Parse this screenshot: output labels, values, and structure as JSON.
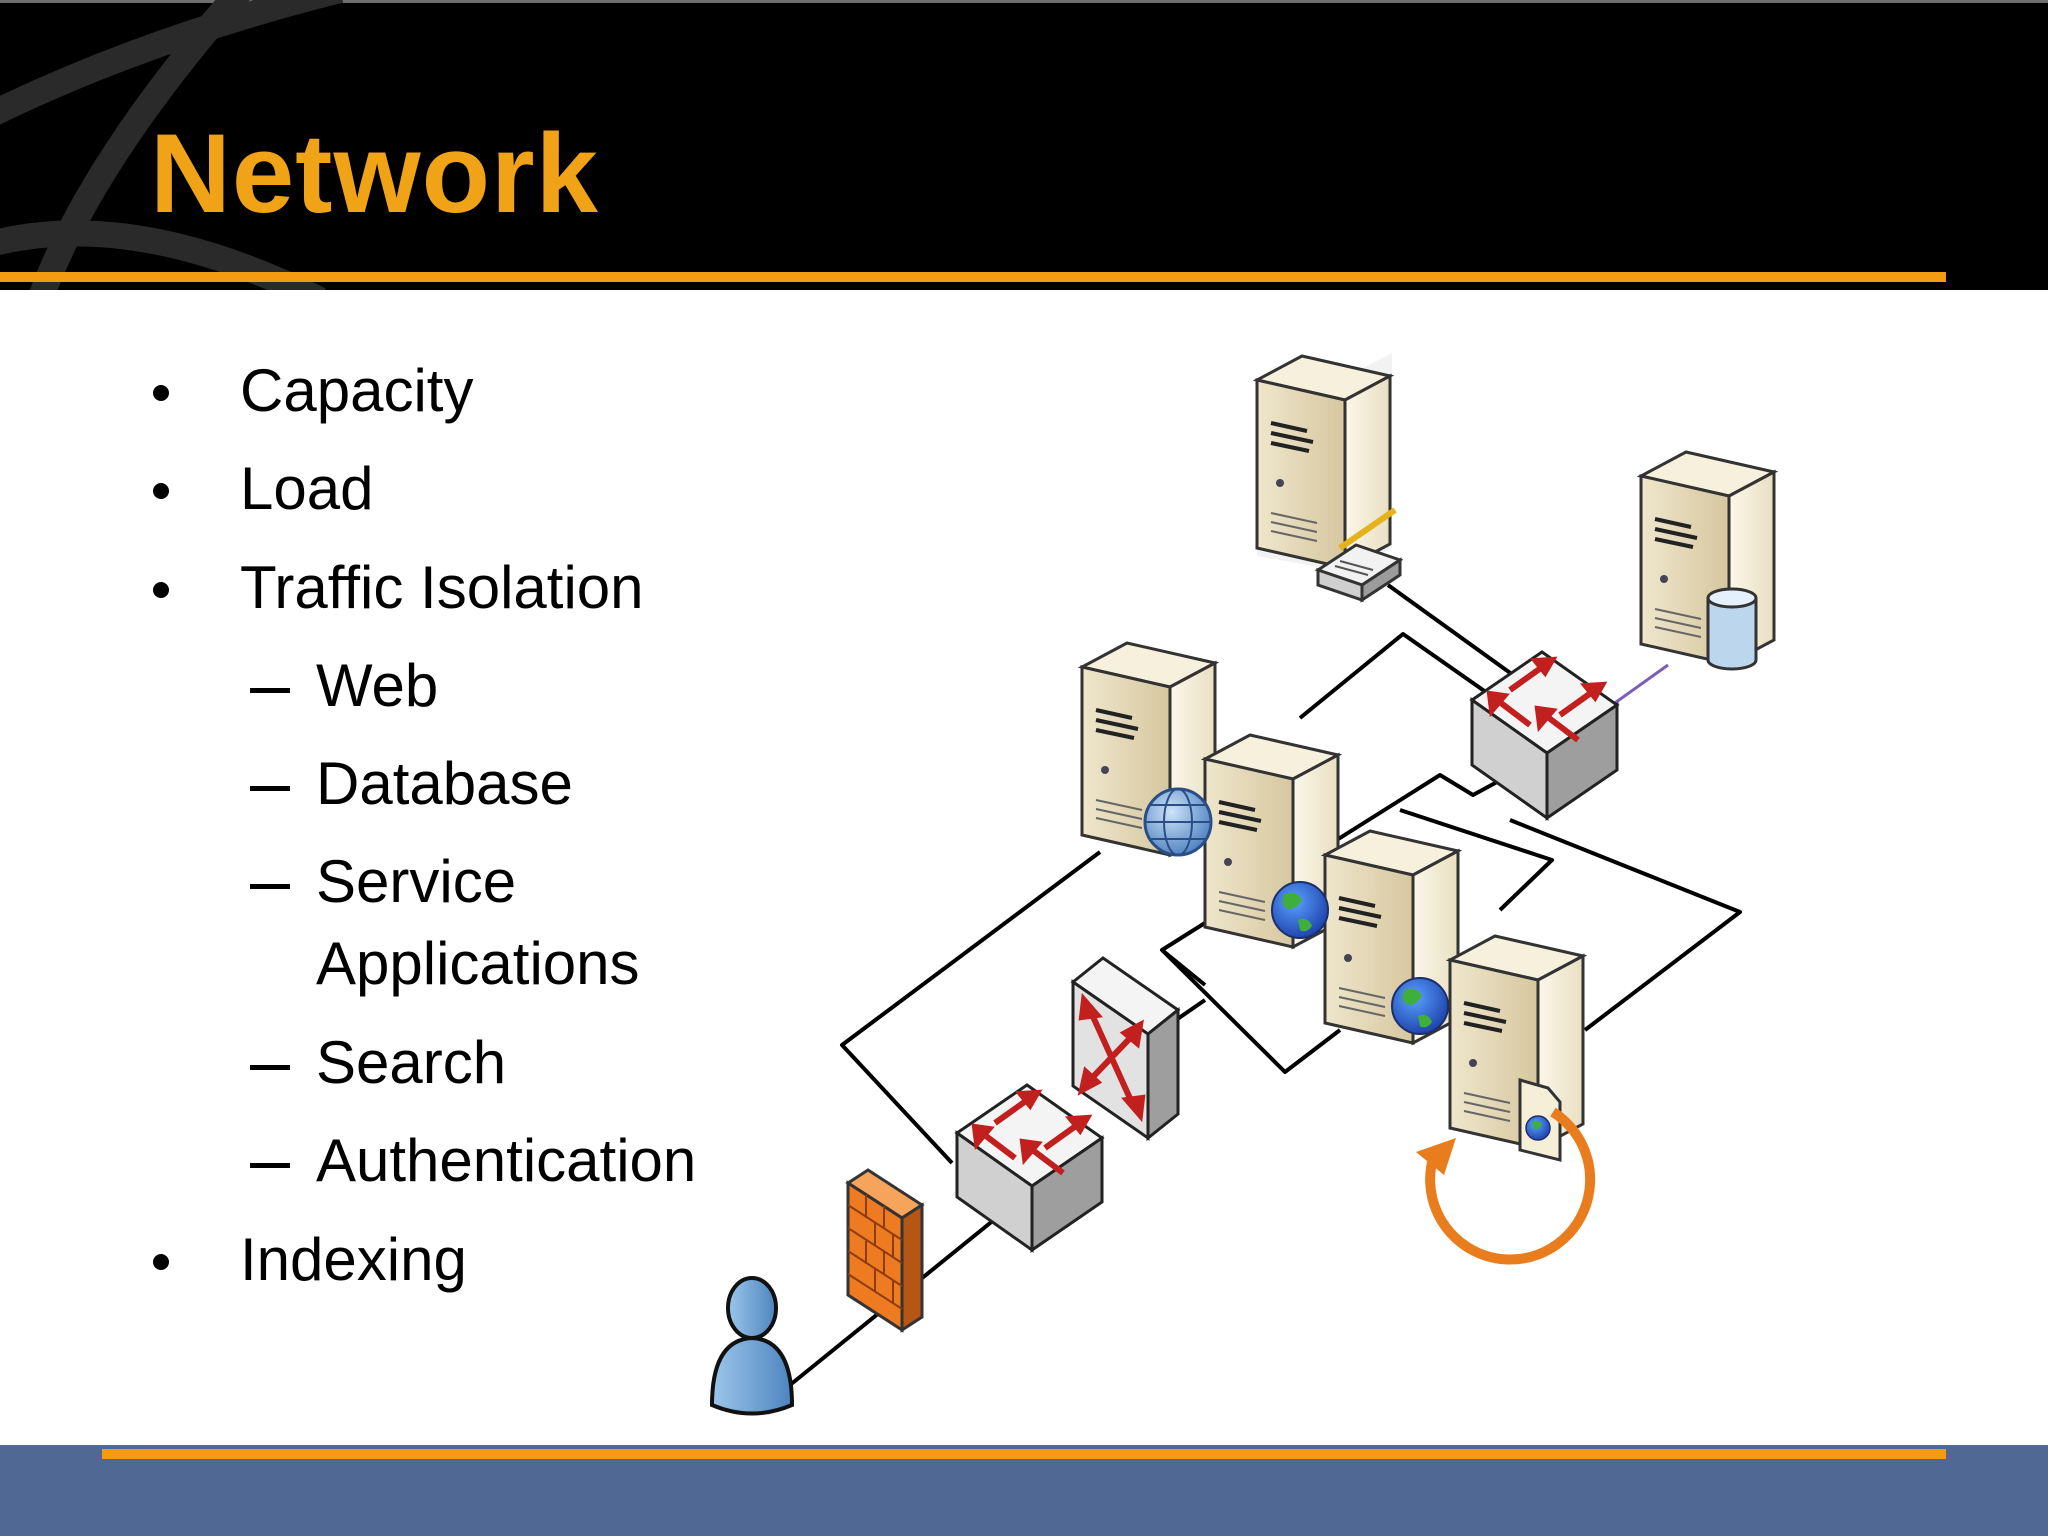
{
  "slide": {
    "title": "Network",
    "colors": {
      "accent": "#f39c12",
      "title": "#f0a316",
      "header_bg": "#000000",
      "footer_bg": "#4f6994"
    }
  },
  "bullets": [
    {
      "level": 1,
      "text": "Capacity"
    },
    {
      "level": 1,
      "text": "Load"
    },
    {
      "level": 1,
      "text": "Traffic Isolation"
    },
    {
      "level": 2,
      "text": "Web"
    },
    {
      "level": 2,
      "text": "Database"
    },
    {
      "level": 2,
      "text": "Service",
      "continuation": "Applications"
    },
    {
      "level": 2,
      "text": "Search"
    },
    {
      "level": 2,
      "text": "Authentication"
    },
    {
      "level": 1,
      "text": "Indexing"
    }
  ],
  "diagram": {
    "icons": [
      "user-icon",
      "firewall-icon",
      "switch-icon",
      "router-icon",
      "server-icon",
      "globe-icon",
      "database-icon",
      "modem-icon",
      "document-icon",
      "refresh-cycle-icon"
    ]
  }
}
